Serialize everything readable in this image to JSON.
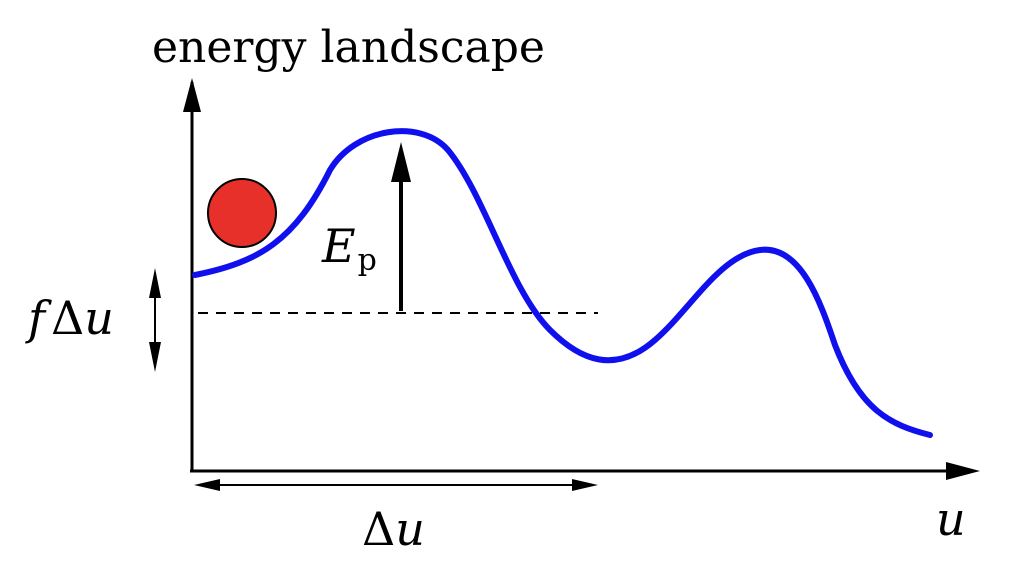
{
  "title": "energy landscape",
  "x_axis_label": "u",
  "energy_barrier_label": {
    "main": "E",
    "sub": "p"
  },
  "displacement_label": {
    "delta": "Δ",
    "var": "u"
  },
  "work_label": {
    "f": "f",
    "delta": "Δ",
    "var": "u"
  },
  "colors": {
    "curve": "#1010ee",
    "particle": "#e8302a",
    "lines": "#000000"
  }
}
